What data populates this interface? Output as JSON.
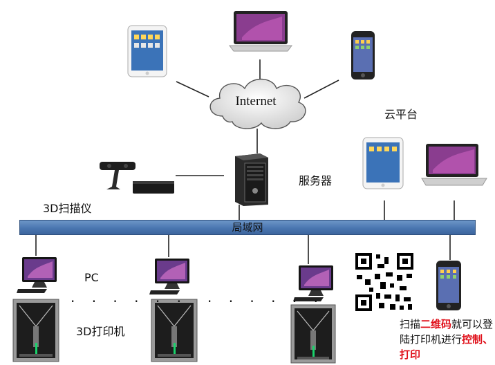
{
  "cloud": {
    "label": "Internet"
  },
  "labels": {
    "cloud_platform": "云平台",
    "server": "服务器",
    "scanner": "3D扫描仪",
    "pc": "PC",
    "printer": "3D打印机"
  },
  "network": {
    "bus_label": "局域网"
  },
  "dots": {
    "text": "· · · · · ·"
  },
  "note": {
    "part1": "扫描",
    "part2": "二维码",
    "part3": "就可以登陆打印机进行",
    "part4": "控制、打印"
  }
}
